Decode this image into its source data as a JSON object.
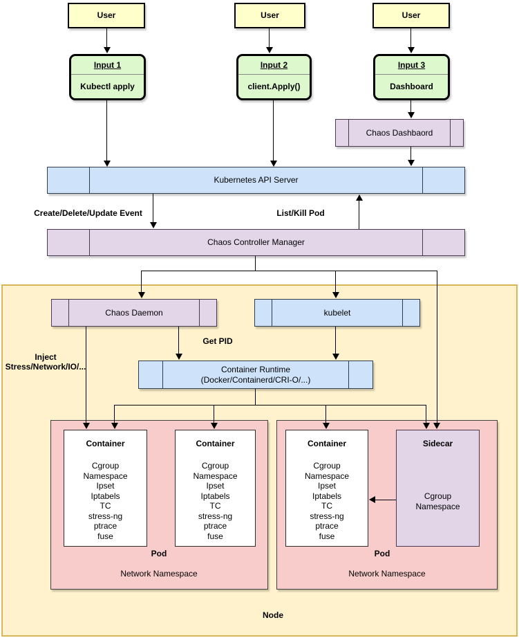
{
  "users": [
    "User",
    "User",
    "User"
  ],
  "inputs": [
    {
      "title": "Input 1",
      "command": "Kubectl apply"
    },
    {
      "title": "Input 2",
      "command": "client.Apply()"
    },
    {
      "title": "Input 3",
      "command": "Dashboard"
    }
  ],
  "boxes": {
    "chaos_dashboard": "Chaos Dashbaord",
    "api_server": "Kubernetes API Server",
    "controller_manager": "Chaos Controller Manager",
    "chaos_daemon": "Chaos Daemon",
    "kubelet": "kubelet",
    "container_runtime": "Container Runtime\n(Docker/Containerd/CRI-O/...)"
  },
  "edge_labels": {
    "create_event": "Create/Delete/Update Event",
    "list_kill_pod": "List/Kill Pod",
    "get_pid": "Get PID",
    "inject": "Inject\nStress/Network/IO/..."
  },
  "pods": {
    "container_title": "Container",
    "container_items": "Cgroup\nNamespace\nIpset\nIptabels\nTC\nstress-ng\nptrace\nfuse",
    "sidecar_title": "Sidecar",
    "sidecar_items": "Cgroup\nNamespace",
    "pod_label": "Pod",
    "network_namespace_label": "Network Namespace"
  },
  "node_label": "Node",
  "colors": {
    "user_fill": "#FFFFCC",
    "input_fill": "#DCF8CC",
    "blue_fill": "#CEE3F9",
    "purple_fill": "#E3D6E9",
    "pink_fill": "#F9CCCC",
    "white_fill": "#FFFFFF",
    "node_fill": "#FFF2CC",
    "node_border": "#D6B656",
    "line_color": "#000000"
  }
}
